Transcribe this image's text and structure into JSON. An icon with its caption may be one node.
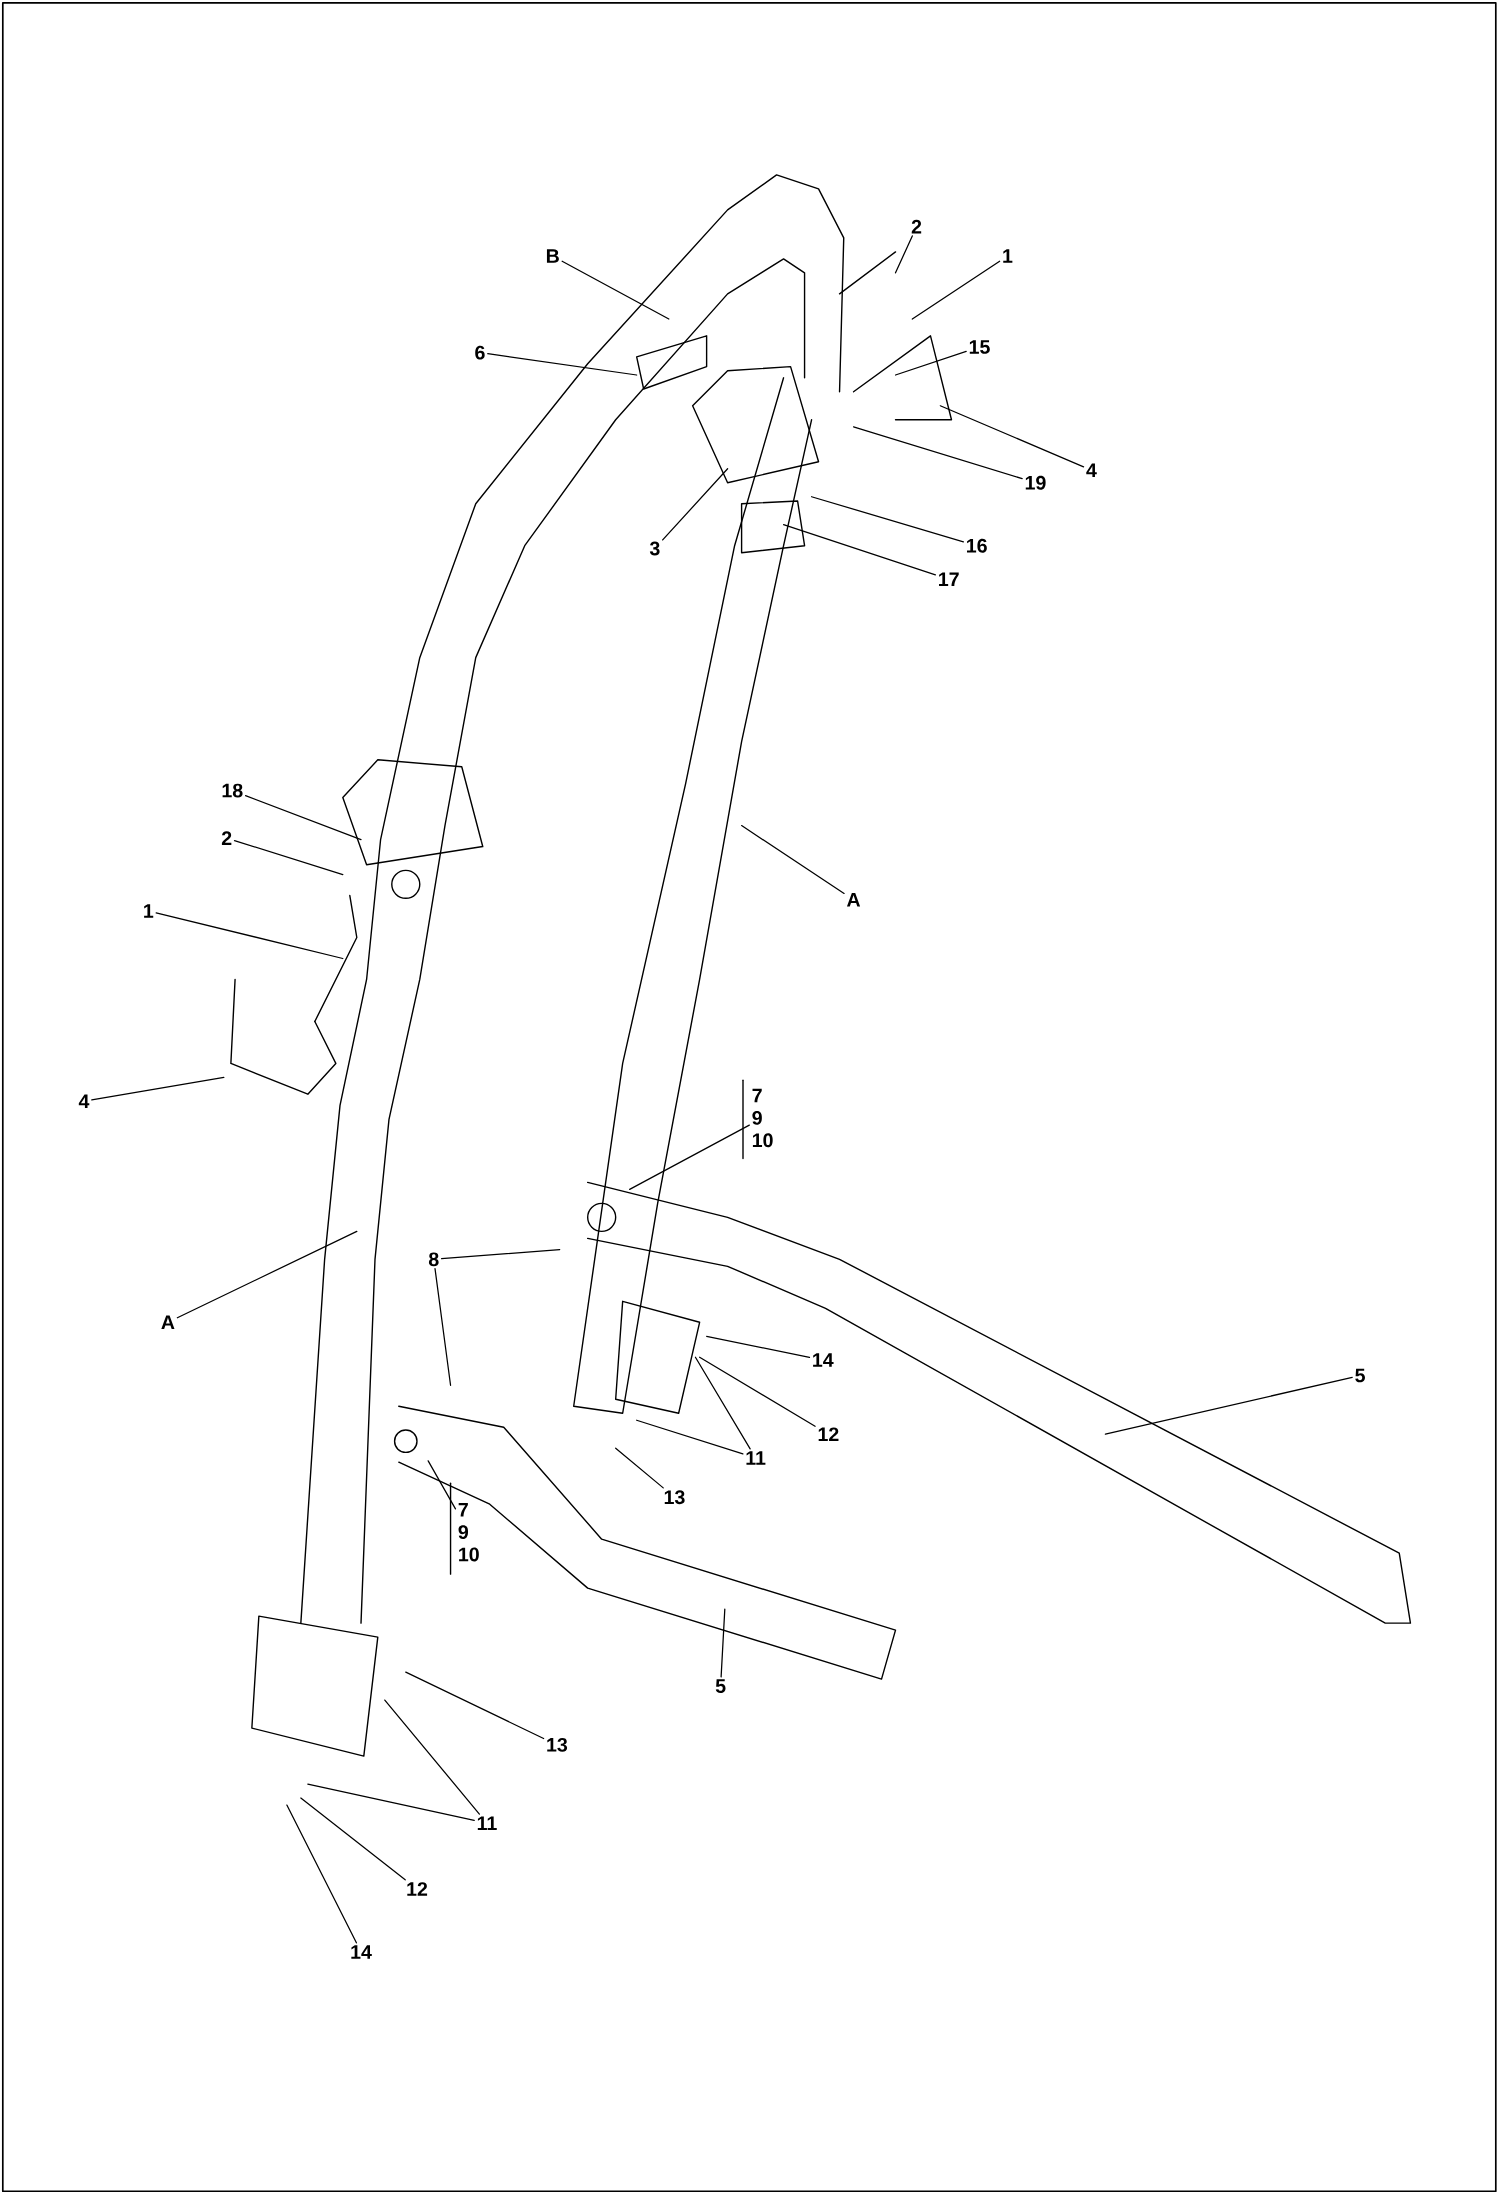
{
  "diagram": {
    "nodes": [
      {
        "text": [
          "B"
        ]
      },
      {
        "text": [
          "6"
        ]
      },
      {
        "text": [
          "2"
        ]
      },
      {
        "text": [
          "1"
        ]
      },
      {
        "text": [
          "15"
        ]
      },
      {
        "text": [
          "4"
        ]
      },
      {
        "text": [
          "19"
        ]
      },
      {
        "text": [
          "3"
        ]
      },
      {
        "text": [
          "16"
        ]
      },
      {
        "text": [
          "17"
        ]
      },
      {
        "text": [
          "18"
        ]
      },
      {
        "text": [
          "2"
        ]
      },
      {
        "text": [
          "1"
        ]
      },
      {
        "text": [
          "4"
        ]
      },
      {
        "text": [
          "A"
        ]
      },
      {
        "text": [
          "7",
          "9",
          "10"
        ]
      },
      {
        "text": [
          "8"
        ]
      },
      {
        "text": [
          "A"
        ]
      },
      {
        "text": [
          "14"
        ]
      },
      {
        "text": [
          "5"
        ]
      },
      {
        "text": [
          "12"
        ]
      },
      {
        "text": [
          "11"
        ]
      },
      {
        "text": [
          "13"
        ]
      },
      {
        "text": [
          "7",
          "9",
          "10"
        ]
      },
      {
        "text": [
          "5"
        ]
      },
      {
        "text": [
          "13"
        ]
      },
      {
        "text": [
          "11"
        ]
      },
      {
        "text": [
          "12"
        ]
      },
      {
        "text": [
          "14"
        ]
      }
    ],
    "edges": [
      {
        "from": 0,
        "to": null,
        "arrow": "none"
      },
      {
        "from": 1,
        "to": null,
        "arrow": "none"
      },
      {
        "from": 2,
        "to": null,
        "arrow": "none"
      },
      {
        "from": 3,
        "to": null,
        "arrow": "none"
      },
      {
        "from": 4,
        "to": null,
        "arrow": "none"
      },
      {
        "from": 5,
        "to": null,
        "arrow": "none"
      },
      {
        "from": 6,
        "to": null,
        "arrow": "none"
      },
      {
        "from": 7,
        "to": null,
        "arrow": "none"
      },
      {
        "from": 8,
        "to": null,
        "arrow": "none"
      },
      {
        "from": 9,
        "to": null,
        "arrow": "none"
      },
      {
        "from": 10,
        "to": null,
        "arrow": "none"
      },
      {
        "from": 11,
        "to": null,
        "arrow": "none"
      },
      {
        "from": 12,
        "to": null,
        "arrow": "none"
      },
      {
        "from": 13,
        "to": null,
        "arrow": "none"
      },
      {
        "from": 14,
        "to": null,
        "arrow": "none"
      },
      {
        "from": 15,
        "to": null,
        "arrow": "none"
      },
      {
        "from": 16,
        "to": null,
        "arrow": "none"
      },
      {
        "from": 16,
        "to": null,
        "arrow": "none"
      },
      {
        "from": 17,
        "to": null,
        "arrow": "none"
      },
      {
        "from": 18,
        "to": null,
        "arrow": "none"
      },
      {
        "from": 19,
        "to": null,
        "arrow": "none"
      },
      {
        "from": 20,
        "to": null,
        "arrow": "none"
      },
      {
        "from": 21,
        "to": null,
        "arrow": "none"
      },
      {
        "from": 21,
        "to": null,
        "arrow": "none"
      },
      {
        "from": 22,
        "to": null,
        "arrow": "none"
      },
      {
        "from": 23,
        "to": null,
        "arrow": "none"
      },
      {
        "from": 24,
        "to": null,
        "arrow": "none"
      },
      {
        "from": 25,
        "to": null,
        "arrow": "none"
      },
      {
        "from": 26,
        "to": null,
        "arrow": "none"
      },
      {
        "from": 26,
        "to": null,
        "arrow": "none"
      },
      {
        "from": 27,
        "to": null,
        "arrow": "none"
      },
      {
        "from": 28,
        "to": null,
        "arrow": "none"
      }
    ]
  }
}
